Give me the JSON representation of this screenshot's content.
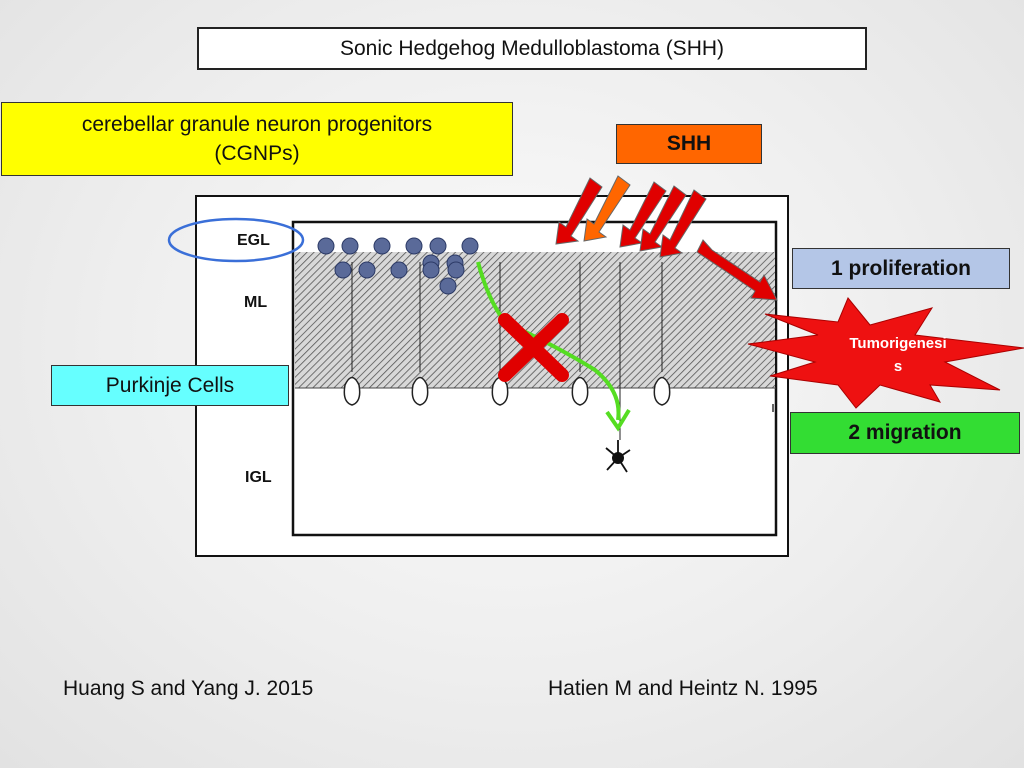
{
  "title": "Sonic Hedgehog Medulloblastoma (SHH)",
  "cgnp": {
    "line1": "cerebellar granule neuron progenitors",
    "line2": "(CGNPs)"
  },
  "shh_label": "SHH",
  "layers": {
    "egl": "EGL",
    "ml": "ML",
    "igl": "IGL"
  },
  "purkinje_label": "Purkinje Cells",
  "proliferation_label": "1 proliferation",
  "migration_label": "2 migration",
  "tumor": {
    "line1": "Tumorigenesi",
    "line2": "s"
  },
  "citations": {
    "left": "Huang S and Yang J. 2015",
    "right": "Hatien M and Heintz N. 1995"
  },
  "colors": {
    "shh_arrow": "#e00000",
    "shh_arrow_alt": "#ff6600",
    "cgnp_cell": "#5a6a99",
    "migration_arrow": "#55dd22",
    "block_cross": "#e00000",
    "tumor_star": "#ee1111"
  },
  "icons": {
    "block": "red-x-cross-icon",
    "neuron": "granule-neuron-icon",
    "tumor": "red-starburst-icon"
  }
}
